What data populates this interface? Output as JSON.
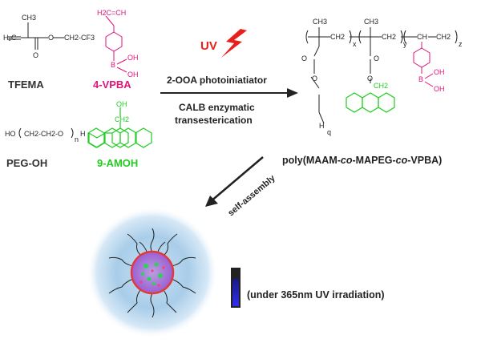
{
  "reagents": {
    "tfema": {
      "name": "TFEMA",
      "group_left": "O",
      "group_right": "CH2-CF3",
      "ch3": "CH3",
      "carbonyl_o": "O"
    },
    "vpba": {
      "name": "4-VPBA",
      "vinyl": "H2C=CH",
      "boron": "B",
      "oh1": "OH",
      "oh2": "OH"
    },
    "peg": {
      "name": "PEG-OH",
      "formula_left": "HO",
      "formula_unit": "CH2-CH2-O",
      "formula_n": "n",
      "formula_right": "H"
    },
    "amoh": {
      "name": "9-AMOH",
      "oh": "OH",
      "ch2": "CH2"
    }
  },
  "reaction": {
    "uv_label": "UV",
    "condition_top": "2-OOA photoiniatiator",
    "condition_bottom_1": "CALB enzymatic",
    "condition_bottom_2": "transesterication"
  },
  "polymer": {
    "name_plain_1": "poly(MAAM-",
    "name_italic_1": "co",
    "name_plain_2": "-MAPEG-",
    "name_italic_2": "co",
    "name_plain_3": "-VPBA)",
    "sub_x": "x",
    "sub_y": "y",
    "sub_z": "z",
    "ch3_a": "CH3",
    "ch3_b": "CH3",
    "ch2_label": "CH2",
    "ch2_repeat": "CH2",
    "o_label": "O",
    "h_label": "H",
    "q_label": "q",
    "b_label": "B",
    "oh1": "OH",
    "oh2": "OH"
  },
  "assembly": {
    "arrow_label": "self-assembly",
    "vial_caption": "(under 365nm UV irradiation)"
  },
  "colors": {
    "tfema": "#333333",
    "vpba": "#e0147a",
    "peg": "#333333",
    "amoh": "#22cc22",
    "uv": "#e8201c",
    "bolt": "#e8201c",
    "micelle_glow": "#9ec7e6",
    "core_fill": "#b35fd0",
    "core_ring": "#e23a3a",
    "vial_glow": "#2f2ff0"
  }
}
